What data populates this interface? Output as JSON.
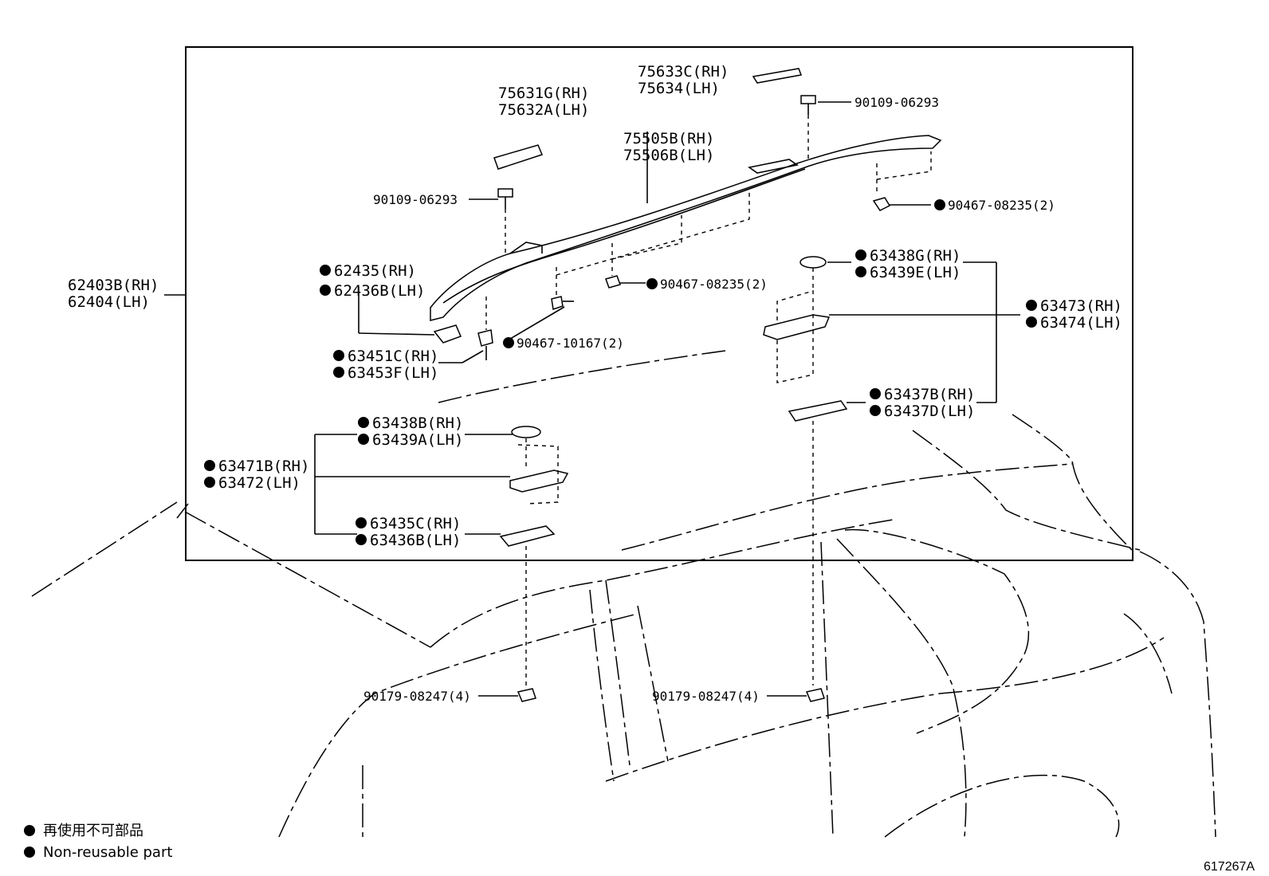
{
  "callouts": {
    "roof_rack_assy": [
      "62403B(RH)",
      "62404(LH)"
    ],
    "cover_front": [
      "75631G(RH)",
      "75632A(LH)"
    ],
    "cover_rear": [
      "75633C(RH)",
      "75634(LH)"
    ],
    "rail": [
      "75505B(RH)",
      "75506B(LH)"
    ],
    "screw_front": "90109-06293",
    "screw_rear": "90109-06293",
    "nut_rear": "90467-08235(2)",
    "nut_mid": "90467-08235(2)",
    "clip": "90467-10167(2)",
    "end_cover": [
      "62435(RH)",
      "62436B(LH)"
    ],
    "retainer": [
      "63451C(RH)",
      "63453F(LH)"
    ],
    "pad_rear_top": [
      "63438G(RH)",
      "63439E(LH)"
    ],
    "bracket_rear": [
      "63473(RH)",
      "63474(LH)"
    ],
    "gasket_rear": [
      "63437B(RH)",
      "63437D(LH)"
    ],
    "pad_front_top": [
      "63438B(RH)",
      "63439A(LH)"
    ],
    "bracket_front": [
      "63471B(RH)",
      "63472(LH)"
    ],
    "gasket_front": [
      "63435C(RH)",
      "63436B(LH)"
    ],
    "nut_bottom_front": "90179-08247(4)",
    "nut_bottom_rear": "90179-08247(4)"
  },
  "legend": {
    "line_jp": "再使用不可部品",
    "line_en": "Non-reusable part"
  },
  "figure_id": "617267A",
  "colors": {
    "ink": "#000000",
    "paper": "#ffffff"
  }
}
